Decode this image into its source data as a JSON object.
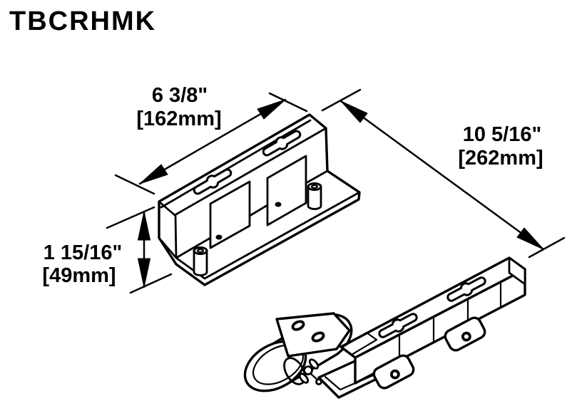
{
  "title": "TBCRHMK",
  "colors": {
    "line": "#000000",
    "background": "#ffffff"
  },
  "dimensions": {
    "width": {
      "inches": "6 3/8\"",
      "mm": "[162mm]"
    },
    "length": {
      "inches": "10 5/16\"",
      "mm": "[262mm]"
    },
    "height": {
      "inches": "1 15/16\"",
      "mm": "[49mm]"
    }
  }
}
